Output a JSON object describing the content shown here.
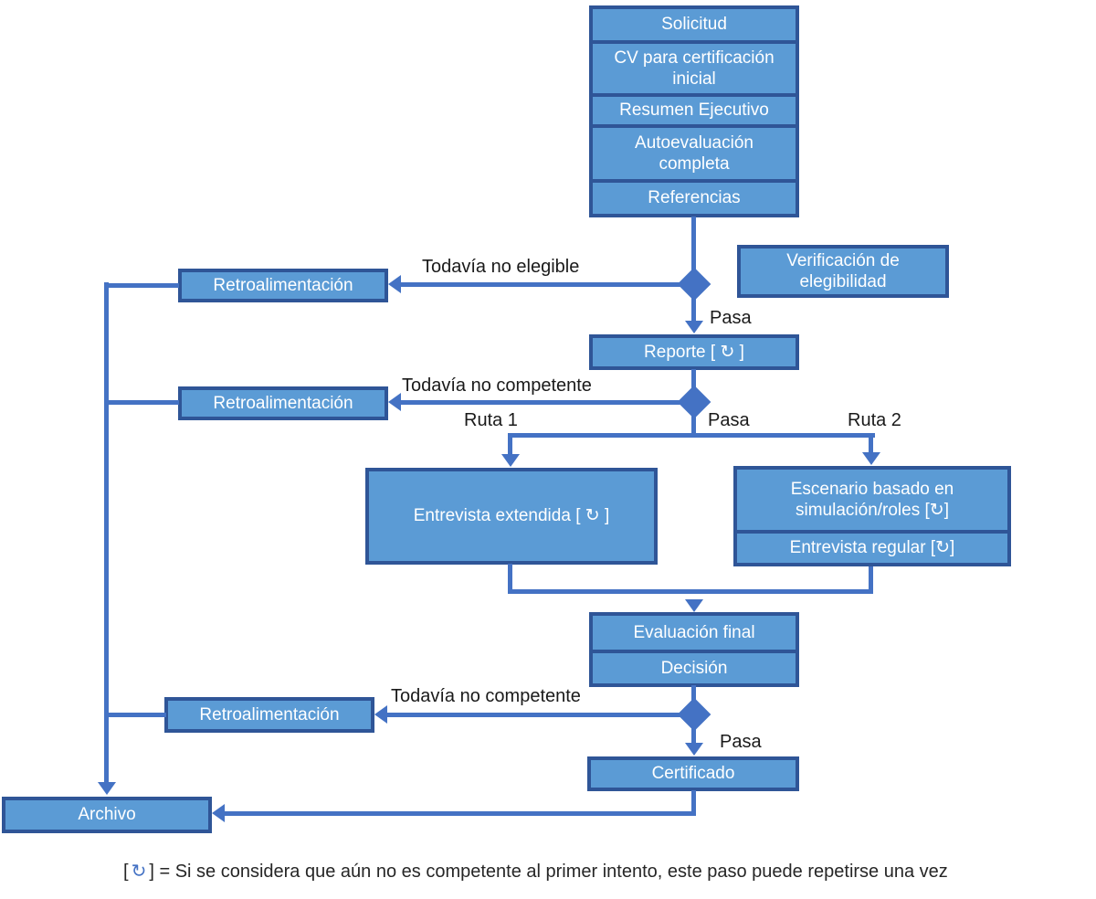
{
  "colors": {
    "box_fill": "#5B9BD5",
    "box_border": "#2F5597",
    "connector": "#4472C4",
    "box_text": "#FFFFFF",
    "label_text": "#1A1A1A"
  },
  "boxes": {
    "intake": [
      "Solicitud",
      "CV para certificación inicial",
      "Resumen Ejecutivo",
      "Autoevaluación completa",
      "Referencias"
    ],
    "eligibility_check": "Verificación de elegibilidad",
    "feedback": "Retroalimentación",
    "report": "Reporte [ ↻ ]",
    "extended_interview": "Entrevista extendida [ ↻ ]",
    "scenario_simulation": "Escenario basado en simulación/roles [↻]",
    "regular_interview": "Entrevista regular [↻]",
    "final_evaluation": "Evaluación final",
    "decision": "Decisión",
    "certificate": "Certificado",
    "archive": "Archivo"
  },
  "edge_labels": {
    "not_yet_eligible": "Todavía no elegible",
    "pass": "Pasa",
    "not_yet_competent": "Todavía no competente",
    "route_1": "Ruta 1",
    "route_2": "Ruta 2"
  },
  "legend": {
    "bracket_open": "[",
    "icon": "↻",
    "bracket_close": "]",
    "text": "= Si se considera que aún no es competente al primer intento, este paso puede repetirse una vez"
  }
}
